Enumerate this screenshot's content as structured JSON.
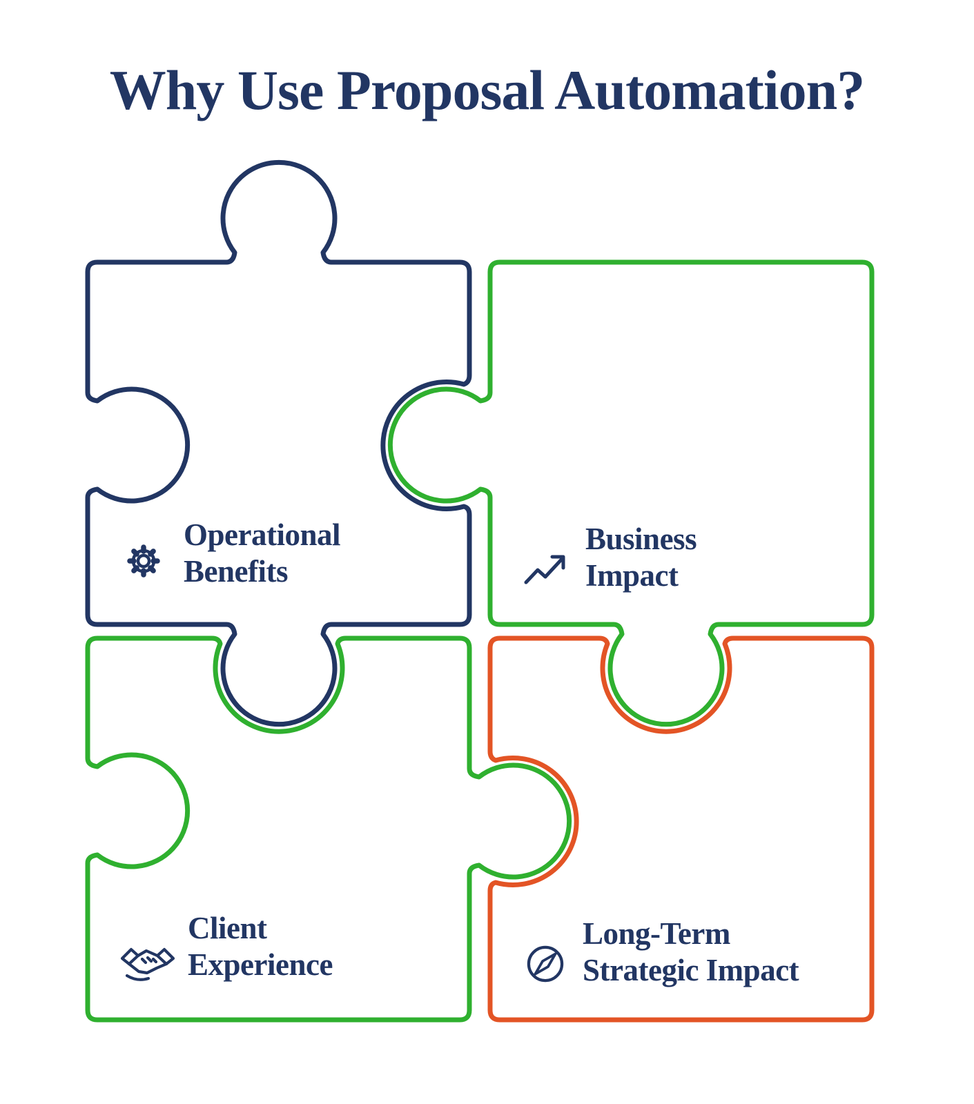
{
  "title": "Why Use Proposal Automation?",
  "colors": {
    "navy": "#223663",
    "green": "#2FB02F",
    "orange": "#E35425",
    "background": "#FFFFFF"
  },
  "pieces": [
    {
      "id": "operational-benefits",
      "line1": "Operational",
      "line2": "Benefits",
      "icon": "gear-icon",
      "outline_color": "#223663"
    },
    {
      "id": "business-impact",
      "line1": "Business",
      "line2": "Impact",
      "icon": "trend-up-arrow-icon",
      "outline_color": "#2FB02F"
    },
    {
      "id": "client-experience",
      "line1": "Client",
      "line2": "Experience",
      "icon": "handshake-icon",
      "outline_color": "#2FB02F"
    },
    {
      "id": "long-term-strategic-impact",
      "line1": "Long-Term",
      "line2": "Strategic Impact",
      "icon": "compass-icon",
      "outline_color": "#E35425"
    }
  ]
}
